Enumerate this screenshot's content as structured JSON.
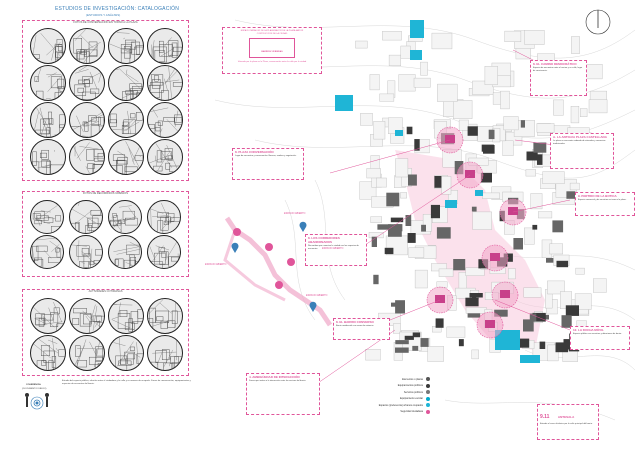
{
  "title": "ESTUDIOS DE INVESTIGACIÓN: CATALOGACIÓN",
  "subtitle": "(ESTUDIOS Y ANÁLISIS)",
  "panels": [
    {
      "label": "FOTOS DE CONVERSACIÓN EN TORNO A LA PLAZA"
    },
    {
      "label": "FOTOS DE RECORRIDOS URBANOS"
    },
    {
      "label": "ACTIVIDADES COTIDIANAS"
    }
  ],
  "top_box": {
    "line1": "ESPACIO MIRADOR DE LA PLAZA MAYOR DE LA PLAZA MAYOR",
    "line2": "CONTRUCCIÓN DE LA CIUDAD",
    "highlight": "BARRIOS VIVIENDAS",
    "line3": "Vivienda por la plaza en la Plaza, conversación entre la calle por la ciudad"
  },
  "callouts": [
    {
      "heading": "8. EL CAMINO DEMOCRÁTICO",
      "text": "Espacio de encuentro entre el vecino y su calle, lugar de convivencia."
    },
    {
      "heading": "A. LA ANTIGUA PLAZA CASTELLANA",
      "text": "La plaza se encuentra rodeada de viviendas y comercios tradicionales."
    },
    {
      "heading": "8. PLAZA CONVERSACIÓN",
      "text": "Lugar de encuentro y conversación. Bancos, sombra y vegetación."
    },
    {
      "heading": "9. PARTIDO DE LA BOTICA",
      "text": "Espacio comercial y de servicios en torno a la plaza."
    },
    {
      "heading": "8. LOS CORREDORES ABANDONADOS",
      "text": "Recorridos que conectan la ciudad con los espacios de encuentro."
    },
    {
      "heading": "8. EL BARRIO CONVERSO",
      "text": "Barrio residencial con zonas de estancia."
    },
    {
      "heading": "12. LA DUCHA MÓVIL",
      "text": "Espacio público con servicios y dotaciones de barrio."
    },
    {
      "heading": "4. AMBIGÜEDAD DE INTERACCIÓN",
      "text": "Zonas que invitan a la interacción entre los vecinos del barrio."
    }
  ],
  "pins": [
    {
      "label": "ESPACIO ABIERTO"
    },
    {
      "label": "ESPACIO ABIERTO"
    },
    {
      "label": "ESPACIO ABIERTO"
    },
    {
      "label": "ESPACIO ABIERTO"
    }
  ],
  "legend": [
    {
      "label": "Elementos o plazas",
      "color": "#555555"
    },
    {
      "label": "Equipamientos públicos",
      "color": "#3a3a3a"
    },
    {
      "label": "Servicios públicos",
      "color": "#777777"
    },
    {
      "label": "Equipamiento escolar",
      "color": "#00aacc"
    },
    {
      "label": "Espacios (preferencia) urbanos ocupados",
      "color": "#1fb5d6"
    },
    {
      "label": "Seguridad ciudadana",
      "color": "#e0559a"
    }
  ],
  "bottom_left": {
    "heading1": "COHERENCIA",
    "heading2": "(DOCUMENTO DIBUJO)",
    "text": "Estudio del espacio público, relación entre el ciudadano y la calle y su manera de ocuparla. Zonas de conversación, equipamientos y espacios de encuentro del barrio."
  },
  "bottom_right": {
    "number": "9.11",
    "heading": "ANTESALA",
    "text": "Entrada al casco histórico por la calle principal del barrio."
  },
  "colors": {
    "accent": "#e0559a",
    "cyan": "#1fb5d6",
    "title": "#3a7fb8"
  }
}
